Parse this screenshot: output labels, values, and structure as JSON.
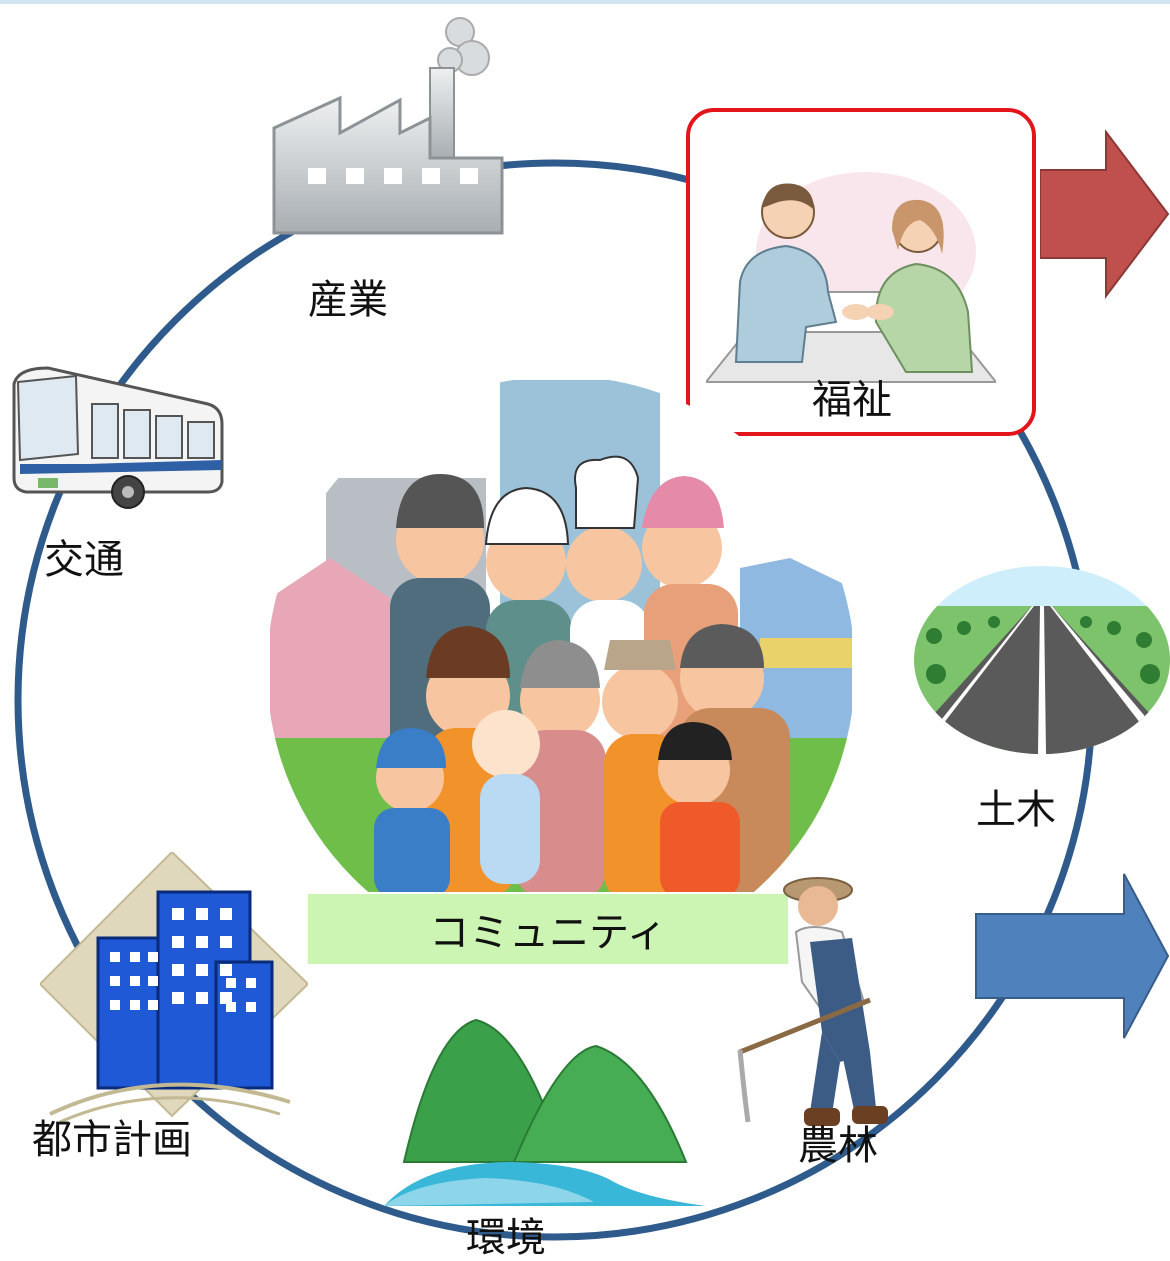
{
  "diagram": {
    "center_label": "コミュニティ",
    "nodes": [
      {
        "id": "industry",
        "label": "産業",
        "icon": "factory-icon"
      },
      {
        "id": "welfare",
        "label": "福祉",
        "icon": "consultation-icon",
        "highlighted": true
      },
      {
        "id": "civil",
        "label": "土木",
        "icon": "road-icon"
      },
      {
        "id": "agriculture",
        "label": "農林",
        "icon": "farmer-icon"
      },
      {
        "id": "environment",
        "label": "環境",
        "icon": "mountains-icon"
      },
      {
        "id": "urban",
        "label": "都市計画",
        "icon": "buildings-icon"
      },
      {
        "id": "transport",
        "label": "交通",
        "icon": "bus-icon"
      }
    ],
    "arrows": [
      {
        "id": "upper",
        "color": "#c0504d"
      },
      {
        "id": "lower",
        "color": "#4f81bd"
      }
    ],
    "colors": {
      "ring": "#2f5a8c",
      "highlight_border": "#e4141b",
      "center_label_bg": "#ccf5b3"
    }
  }
}
